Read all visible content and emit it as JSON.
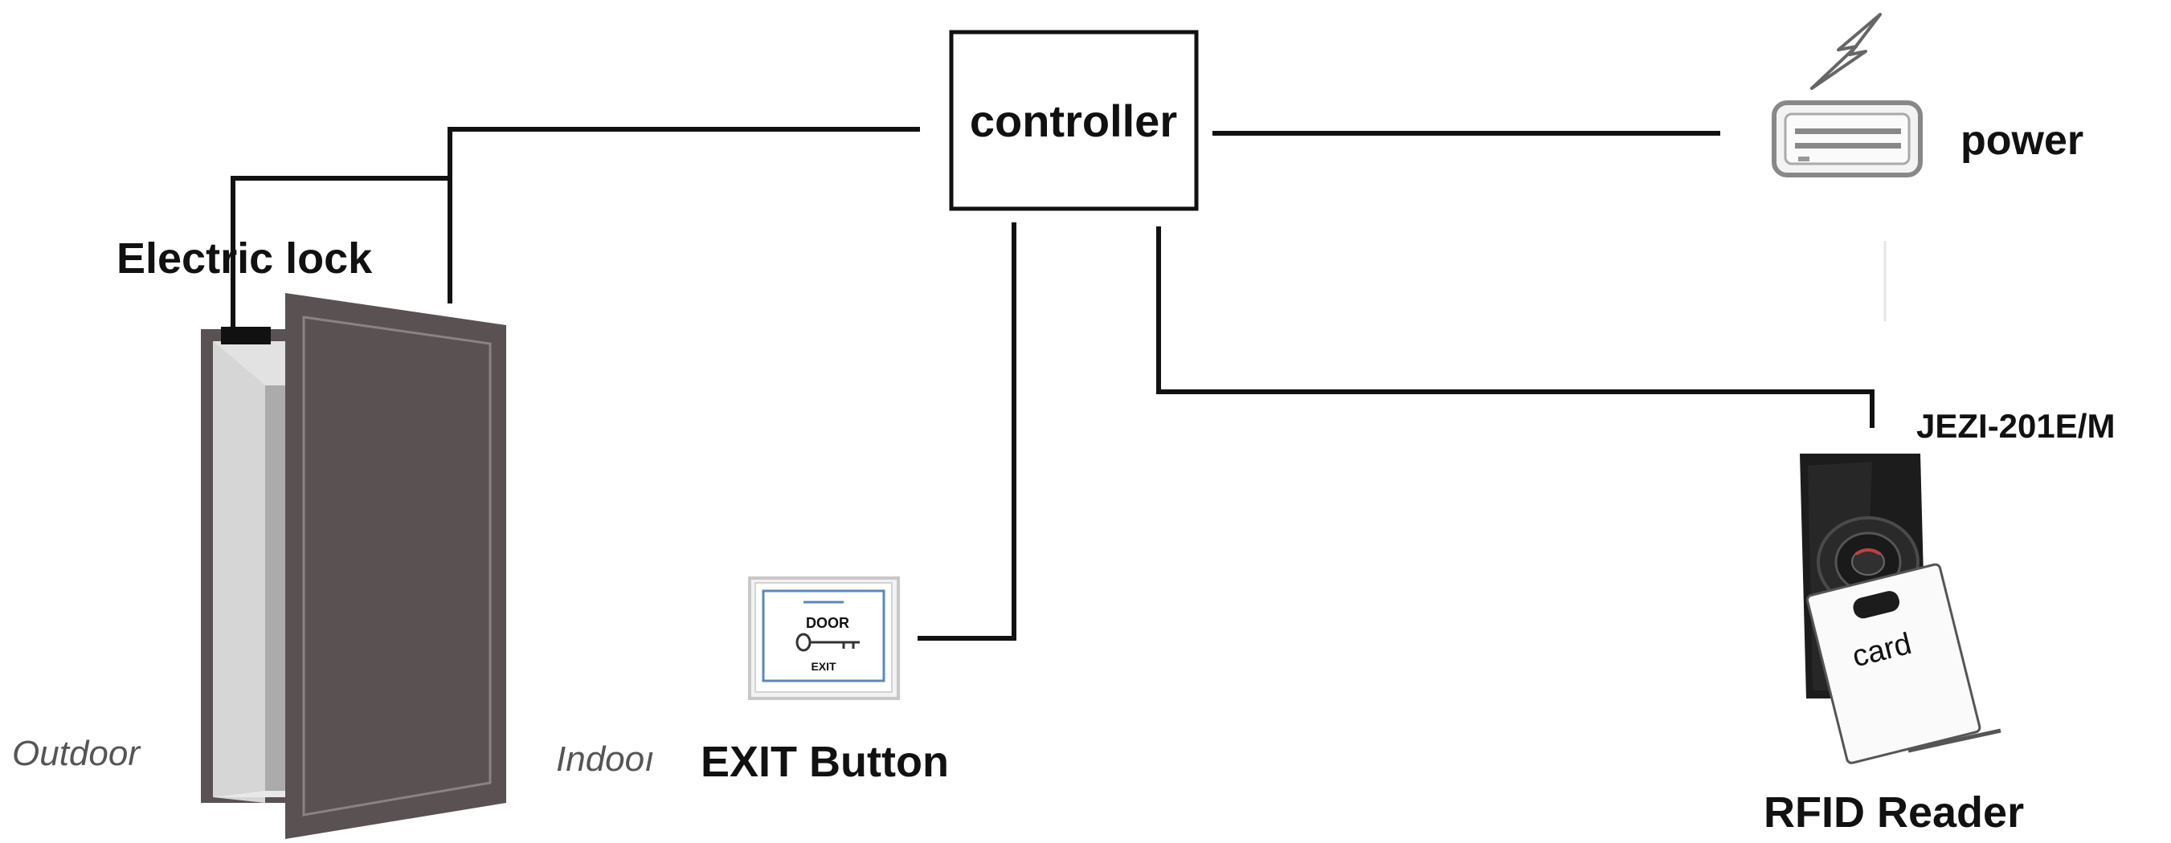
{
  "labels": {
    "controller": "controller",
    "power": "power",
    "electric_lock": "Electric lock",
    "model": "JEZI-201E/M",
    "outdoor": "Outdoor",
    "indoor": "Indooı",
    "exit_button": "EXIT Button",
    "rfid_reader": "RFID Reader",
    "card": "card",
    "door_text": "DOOR",
    "exit_text": "EXIT"
  },
  "icons": {
    "power": "power-supply-icon",
    "lightning": "lightning-icon",
    "door": "door-icon",
    "person": "person-icon",
    "exit_button": "exit-button-icon",
    "key": "key-icon",
    "reader": "rfid-reader-icon",
    "card": "card-icon"
  },
  "colors": {
    "wire": "#111111",
    "door_frame": "#5a5152",
    "reader_body": "#1c1c1c"
  }
}
